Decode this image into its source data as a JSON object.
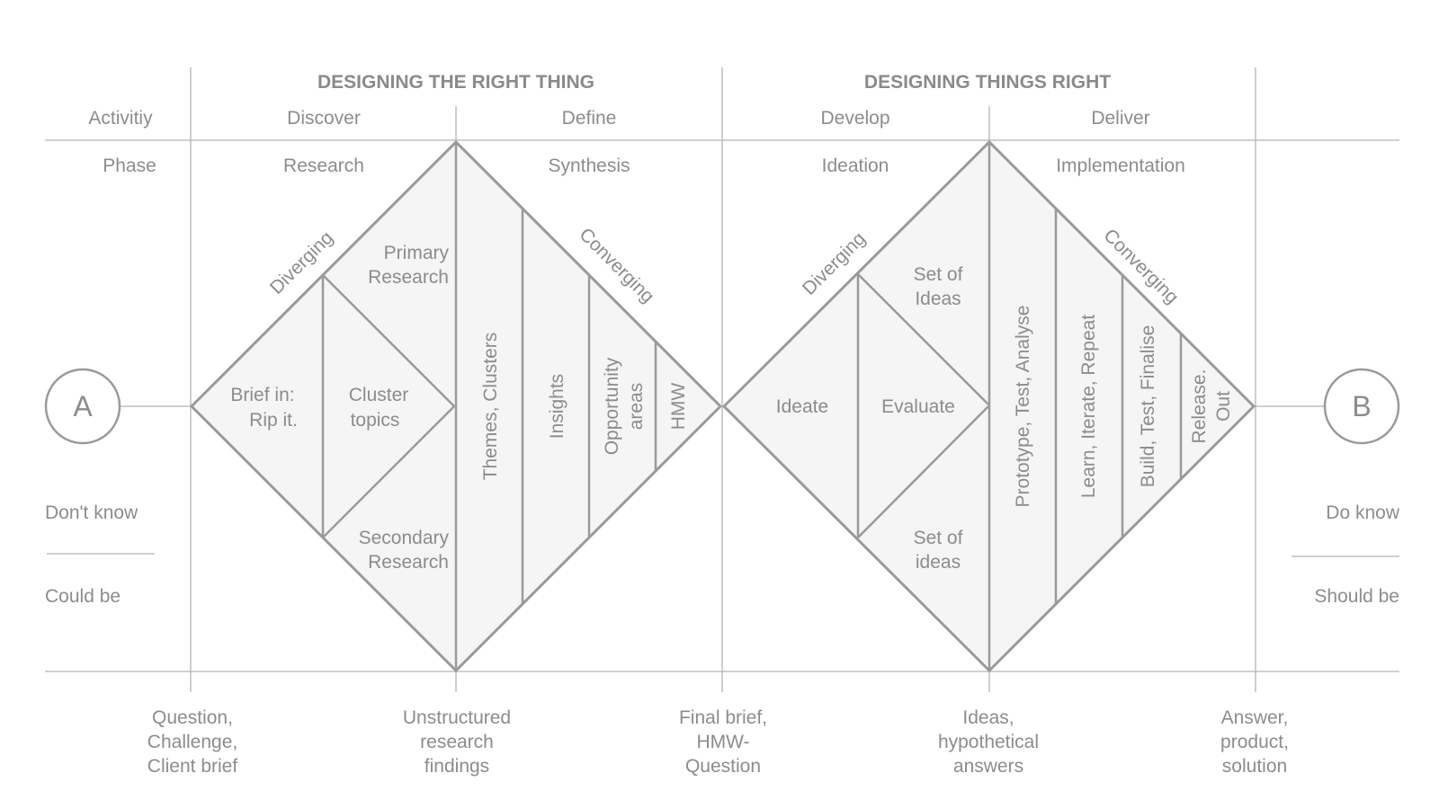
{
  "headers": {
    "left": "DESIGNING THE RIGHT THING",
    "right": "DESIGNING THINGS RIGHT"
  },
  "row_labels": {
    "activity": "Activitiy",
    "phase": "Phase"
  },
  "activities": [
    "Discover",
    "Define",
    "Develop",
    "Deliver"
  ],
  "phases": [
    "Research",
    "Synthesis",
    "Ideation",
    "Implementation"
  ],
  "points": {
    "start": "A",
    "end": "B"
  },
  "left_side": {
    "top": "Don't know",
    "bottom": "Could be"
  },
  "right_side": {
    "top": "Do know",
    "bottom": "Should be"
  },
  "diamond1": {
    "diverging": "Diverging",
    "converging": "Converging",
    "brief": [
      "Brief in:",
      "Rip it."
    ],
    "cluster": [
      "Cluster",
      "topics"
    ],
    "primary": [
      "Primary",
      "Research"
    ],
    "secondary": [
      "Secondary",
      "Research"
    ],
    "themes": "Themes, Clusters",
    "insights": "Insights",
    "opportunity": [
      "Opportunity",
      "areas"
    ],
    "hmw": "HMW"
  },
  "diamond2": {
    "diverging": "Diverging",
    "converging": "Converging",
    "ideate": "Ideate",
    "evaluate": "Evaluate",
    "set_top": [
      "Set of",
      "Ideas"
    ],
    "set_bottom": [
      "Set of",
      "ideas"
    ],
    "prototype": "Prototype, Test, Analyse",
    "learn": "Learn, Iterate, Repeat",
    "build": "Build, Test, Finalise",
    "release": [
      "Release.",
      "Out"
    ]
  },
  "milestones": [
    [
      "Question,",
      "Challenge,",
      "Client brief"
    ],
    [
      "Unstructured",
      "research",
      "findings"
    ],
    [
      "Final brief,",
      "HMW-",
      "Question"
    ],
    [
      "Ideas,",
      "hypothetical",
      "answers"
    ],
    [
      "Answer,",
      "product,",
      "solution"
    ]
  ]
}
